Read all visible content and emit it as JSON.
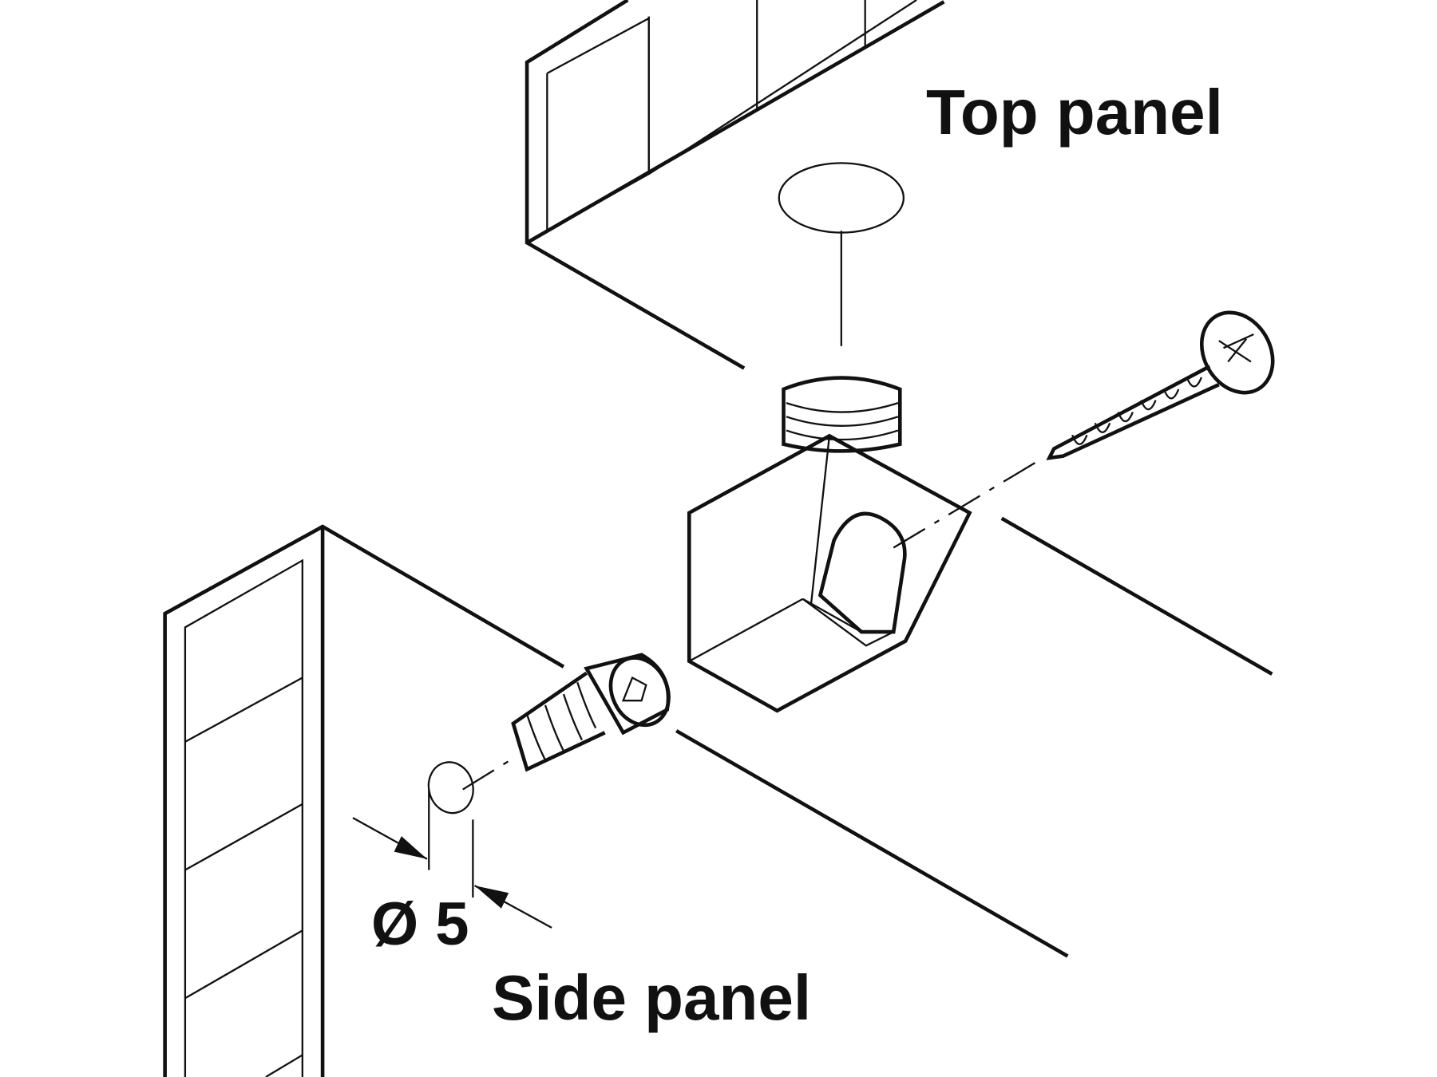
{
  "labels": {
    "top_panel": "Top panel",
    "side_panel": "Side panel",
    "diameter_symbol": "Ø",
    "diameter_value": "5"
  },
  "colors": {
    "line": "#111111",
    "background": "#ffffff"
  }
}
